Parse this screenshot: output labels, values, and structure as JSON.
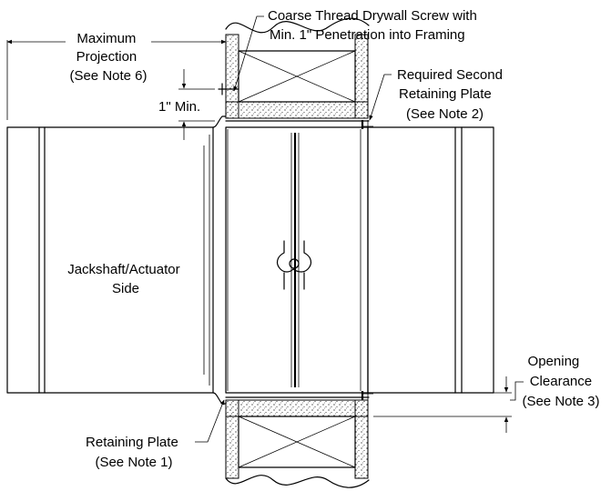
{
  "labels": {
    "max_projection": [
      "Maximum",
      "Projection",
      "(See Note 6)"
    ],
    "screw": [
      "Coarse Thread Drywall Screw with",
      "Min. 1\" Penetration into Framing"
    ],
    "second_plate": [
      "Required Second",
      "Retaining Plate",
      "(See Note 2)"
    ],
    "min_dim": "1\" Min.",
    "jackshaft": [
      "Jackshaft/Actuator",
      "Side"
    ],
    "opening": [
      "Opening",
      "Clearance",
      "(See Note 3)"
    ],
    "retaining_plate": [
      "Retaining Plate",
      "(See Note 1)"
    ]
  }
}
